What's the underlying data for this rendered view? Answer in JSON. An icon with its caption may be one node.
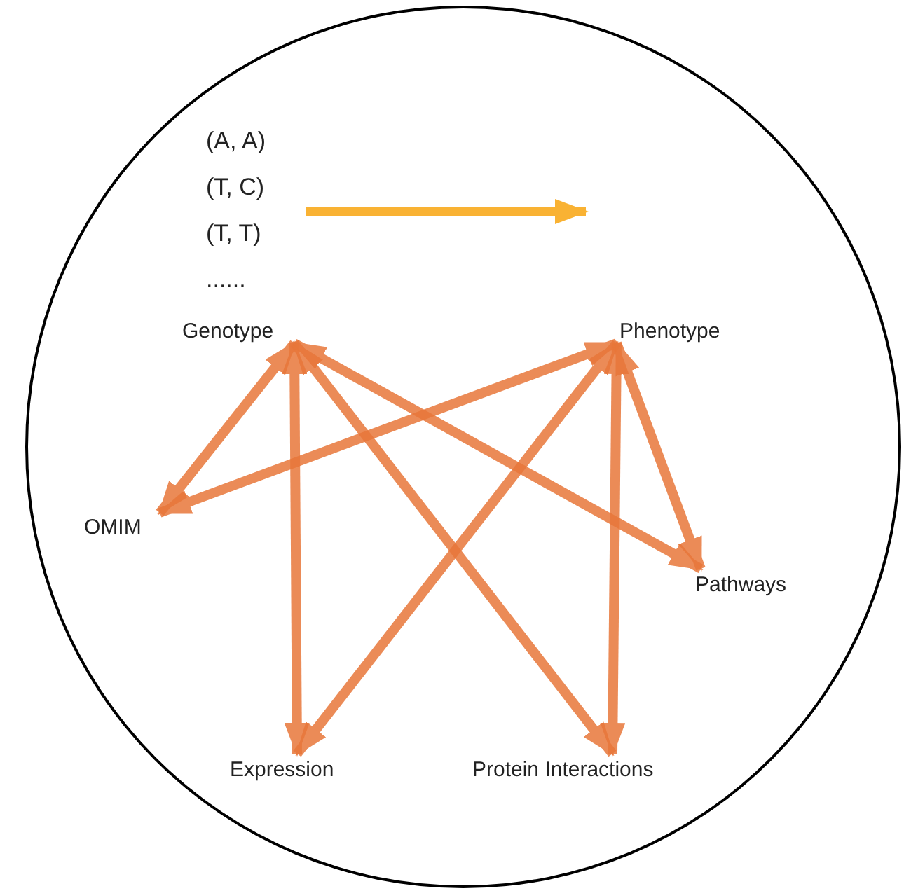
{
  "diagram": {
    "nodes": [
      {
        "text": [],
        "shape": "circle"
      },
      {
        "text": [
          "(A, A)",
          "(T, C)",
          "(T, T)",
          "......"
        ],
        "in": 0
      },
      {
        "text": [
          "Genotype"
        ],
        "in": 0
      },
      {
        "text": [
          "Phenotype"
        ],
        "in": 0
      },
      {
        "text": [
          "OMIM"
        ],
        "in": 0
      },
      {
        "text": [
          "Pathways"
        ],
        "in": 0
      },
      {
        "text": [
          "Expression"
        ],
        "in": 0
      },
      {
        "text": [
          "Protein Interactions"
        ],
        "in": 0
      }
    ],
    "edges": [
      {
        "from": 1,
        "to": null,
        "arrow": "to",
        "color": "#f9b233"
      },
      {
        "from": 2,
        "to": 4,
        "arrow": "both"
      },
      {
        "from": 2,
        "to": 6,
        "arrow": "both"
      },
      {
        "from": 2,
        "to": 7,
        "arrow": "both"
      },
      {
        "from": 2,
        "to": 5,
        "arrow": "both"
      },
      {
        "from": 3,
        "to": 4,
        "arrow": "both"
      },
      {
        "from": 3,
        "to": 6,
        "arrow": "both"
      },
      {
        "from": 3,
        "to": 7,
        "arrow": "both"
      },
      {
        "from": 3,
        "to": 5,
        "arrow": "both"
      }
    ]
  }
}
